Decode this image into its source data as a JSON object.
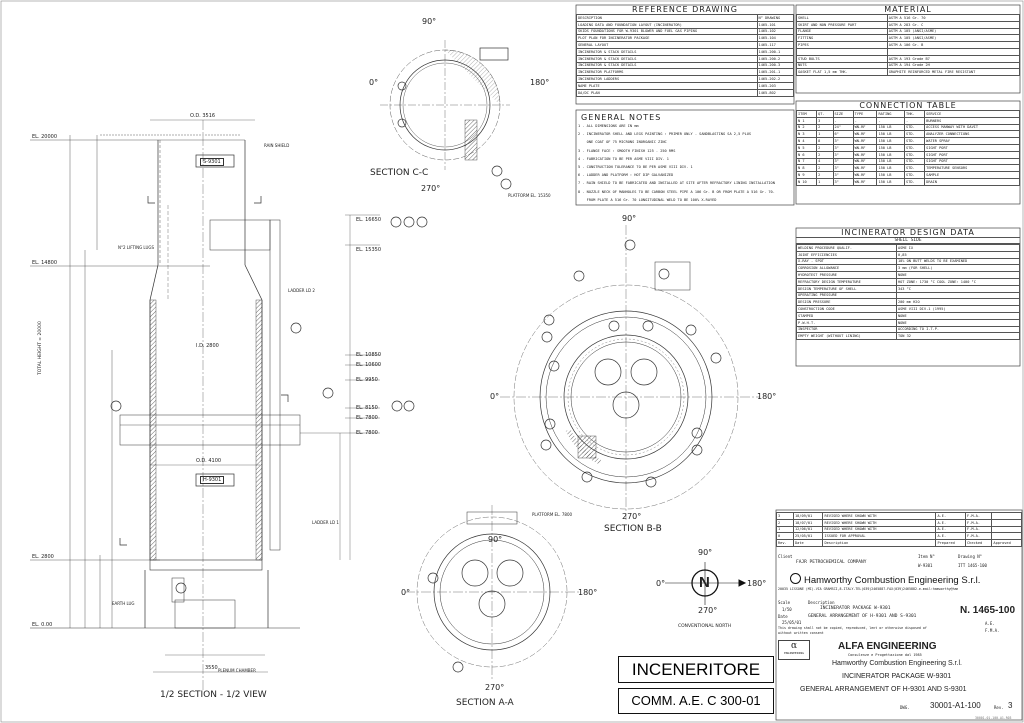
{
  "reference_drawing": {
    "title": "REFERENCE DRAWING",
    "col_desc": "DESCRIPTION",
    "col_no": "N° DRAWING",
    "rows": [
      [
        "LOADING DATA AND FOUNDATION LAYOUT (INCINERATOR)",
        "1465-101"
      ],
      [
        "SKIDS FOUNDATIONS FOR W-9301 BLOWER AND FUEL GAS PIPING",
        "1465-102"
      ],
      [
        "PLOT PLAN FOR INCINERATOR PACKAGE",
        "1465-104"
      ],
      [
        "GENERAL LAYOUT",
        "1465-117"
      ],
      [
        "INCINERATOR & STACK DETAILS",
        "1465-200-1"
      ],
      [
        "INCINERATOR & STACK DETAILS",
        "1465-200-2"
      ],
      [
        "INCINERATOR & STACK DETAILS",
        "1465-200-3"
      ],
      [
        "INCINERATOR PLATFORMS",
        "1465-201-1"
      ],
      [
        "INCINERATOR LADDERS",
        "1465-202-2"
      ],
      [
        "NAME PLATE",
        "1465-203"
      ],
      [
        "DA/DC PLAN",
        "1465-802"
      ]
    ]
  },
  "material": {
    "title": "MATERIAL",
    "rows": [
      [
        "SHELL",
        "ASTM A 516 Gr. 70"
      ],
      [
        "SKIRT AND NON PRESSURE PART",
        "ASTM A 283 Gr. C"
      ],
      [
        "FLANGE",
        "ASTM A 105 (ANSI/ASME)"
      ],
      [
        "FITTING",
        "ASTM A 105 (ANSI/ASME)"
      ],
      [
        "PIPES",
        "ASTM A 106 Gr. B"
      ],
      [
        "",
        ""
      ],
      [
        "STUD BOLTS",
        "ASTM A 193 Grade B7"
      ],
      [
        "NUTS",
        "ASTM A 194 Grade 2H"
      ],
      [
        "GASKET FLAT 1,5 mm THK.",
        "GRAPHITE REINFORCED METAL FIRE RESISTANT"
      ]
    ]
  },
  "connection_table": {
    "title": "CONNECTION TABLE",
    "headers": [
      "ITEM",
      "QT.",
      "SIZE",
      "TYPE",
      "RATING",
      "THK.",
      "SERVICE"
    ],
    "rows": [
      [
        "N 1",
        "3",
        "-",
        "-",
        "-",
        "-",
        "BURNERS"
      ],
      [
        "N 2",
        "2",
        "24\"",
        "WN-RF",
        "150 LB",
        "STD.",
        "ACCESS MANWAY WITH DAVIT"
      ],
      [
        "N 3",
        "1",
        "6\"",
        "WN-RF",
        "150 LB",
        "STD.",
        "ANALYZER CONNECTIONS"
      ],
      [
        "N 4",
        "8",
        "3\"",
        "WN-RF",
        "150 LB",
        "STD.",
        "WATER SPRAY"
      ],
      [
        "N 5",
        "2",
        "3\"",
        "WN-RF",
        "150 LB",
        "STD.",
        "SIGHT PORT"
      ],
      [
        "N 6",
        "2",
        "3\"",
        "WN-RF",
        "150 LB",
        "STD.",
        "SIGHT PORT"
      ],
      [
        "N 7",
        "4",
        "3\"",
        "WN-RF",
        "150 LB",
        "STD.",
        "SIGHT PORT"
      ],
      [
        "N 8",
        "2",
        "3\"",
        "WN-RF",
        "150 LB",
        "STD.",
        "TEMPERATURE SENSORS"
      ],
      [
        "N 9",
        "2",
        "3\"",
        "WN-RF",
        "150 LB",
        "STD.",
        "SAMPLE"
      ],
      [
        "N 10",
        "1",
        "3\"",
        "WN-RF",
        "150 LB",
        "STD.",
        "DRAIN"
      ]
    ]
  },
  "design_data": {
    "title": "INCINERATOR DESIGN DATA",
    "subtitle": "SHELL SIDE",
    "rows": [
      [
        "WELDING PROCEDURE QUALIF.",
        "ASME IX"
      ],
      [
        "JOINT EFFICIENCIES",
        "0,85"
      ],
      [
        "X-RAY - SPOT",
        "10% ON BUTT WELDS TO BE EXAMINED"
      ],
      [
        "CORROSION ALLOWANCE",
        "3 mm (FOR SHELL)"
      ],
      [
        "HYDROTEST PRESSURE",
        "NONE"
      ],
      [
        "REFRACTORY DESIGN TEMPERATURE",
        "HOT ZONE: 1730 °C     COOL ZONE: 1400 °C"
      ],
      [
        "DESIGN TEMPERATURE OF SHELL",
        "343 °C"
      ],
      [
        "OPERATING PRESSURE",
        ""
      ],
      [
        "DESIGN PRESSURE",
        "200 mm H2O"
      ],
      [
        "CONSTRUCTION CODE",
        "ASME VIII DIV.1 (1995)"
      ],
      [
        "STAMPED",
        "NONE"
      ],
      [
        "P.W.H.T.",
        "NONE"
      ],
      [
        "INSPECTOR",
        "ACCORDING TO I.T.P."
      ],
      [
        "EMPTY WEIGHT (WITHOUT LINING)",
        "TON 32"
      ]
    ]
  },
  "general_notes": {
    "title": "GENERAL NOTES",
    "items": [
      "1 - ALL DIMENSIONS ARE IN mm",
      "2 - INCINERATOR SHELL AND LEGS PAINTING : PRIMER ONLY - SANDBLASTING SA 2,5 PLUS",
      "    ONE COAT OF 75 MICRONS INORGANIC ZINC",
      "3 - FLANGE FACE : SMOOTH FINISH 125 - 250 RMS",
      "4 - FABRICATION TO BE PER ASME VIII DIV. 1",
      "5 - CONSTRUCTION TOLERANCE TO BE PER ASME VIII DIV. 1",
      "6 - LADDER AND PLATFORM : HOT DIP GALVANIZED",
      "7 - RAIN SHIELD TO BE FABRICATED AND INSTALLED AT SITE AFTER REFRACTORY LINING INSTALLATION",
      "8 - NOZZLE NECK OF MANHOLES TO BE CARBON STEEL PIPE A 106 Gr. B OR FROM PLATE A 516 Gr. 70.",
      "    FROM PLATE A 516 Gr. 70 LONGITUDINAL WELD TO BE 100% X-RAYED"
    ]
  },
  "revisions": {
    "rows": [
      [
        "3",
        "18/09/01",
        "REVISED WHERE SHOWN WITH",
        "A.E.",
        "F.M.A."
      ],
      [
        "2",
        "18/07/01",
        "REVISED WHERE SHOWN WITH",
        "A.E.",
        "F.M.A."
      ],
      [
        "1",
        "12/06/01",
        "REVISED WHERE SHOWN WITH",
        "A.E.",
        "F.M.A."
      ],
      [
        "0",
        "25/05/01",
        "ISSUED FOR APPROVAL",
        "A.E.",
        "F.M.A."
      ]
    ],
    "headers": [
      "Rev.",
      "Date",
      "Description",
      "Prepared",
      "Checked",
      "Approved"
    ]
  },
  "title_block": {
    "client_label": "Client",
    "client": "FAJR PETROCHEMICAL COMPANY",
    "item_label": "Item N°",
    "item": "W-9301",
    "drawing_label": "Drawing N°",
    "drawing": "ITT 1465-100",
    "company": "Hamworthy Combustion Engineering S.r.l.",
    "address": "20035 LISSONE (MI)-VIA GRAMSCI,8-ITALY-TEL(039)2465887-FAX(039)2465882-e-mail:hamworthy@hamworthy.it",
    "scale_label": "Scale",
    "scale": "1/50",
    "date_label": "Date",
    "date": "25/05/01",
    "description_label": "Description",
    "desc1": "INCINERATOR PACKAGE W-9301",
    "desc2": "GENERAL ARRANGEMENT OF H-9301 AND S-9301",
    "copyright": "This drawing shall not be copied, reproduced, lent or otherwise disposed of without written consent",
    "drawing_no_short": "N. 1465-100",
    "prepared": "A.E.",
    "checked": "F.M.A.",
    "alfa_name": "ALFA ENGINEERING",
    "alfa_logo": "ENGINEERING",
    "alfa_sub": "Consulenze e Progettazione dal 1985",
    "alfa_company": "Hamworthy Combustion Engineering S.r.l.",
    "alfa_package": "INCINERATOR PACKAGE W-9301",
    "alfa_desc": "GENERAL ARRANGEMENT OF H-9301 AND S-9301",
    "dwg_label": "DWG.",
    "dwg_no": "30001-A1-100",
    "rev_label": "Rev.",
    "rev": "3",
    "footer_code": "30001-01-100-A1-R03"
  },
  "stamps": {
    "inceneritore": "INCENERITORE",
    "comm": "COMM. A.E. C 300-01"
  },
  "drawing_labels": {
    "section_cc": "SECTION C-C",
    "section_bb": "SECTION B-B",
    "section_aa": "SECTION A-A",
    "half_section": "1/2 SECTION - 1/2 VIEW",
    "conventional_north": "CONVENTIONAL NORTH",
    "north": "N",
    "deg0": "0°",
    "deg90": "90°",
    "deg180": "180°",
    "deg270": "270°",
    "s9301": "S-9301",
    "h9301": "H-9301",
    "el_20000": "EL. 20000",
    "el_14800": "EL. 14800",
    "el_2800": "EL. 2800",
    "el_0": "EL. 0.00",
    "el_16650": "EL. 16650",
    "el_15350": "EL. 15350",
    "el_10850": "EL. 10850",
    "el_10600": "EL. 10600",
    "el_9950": "EL. 9950",
    "el_8150": "EL. 8150",
    "el_7800": "EL. 7800",
    "od_3516": "O.D. 3516",
    "id_2800": "I.D. 2800",
    "od_4100": "O.D. 4100",
    "dim_3550": "3550",
    "ladder_ld2": "LADDER LD 2",
    "ladder_ld1": "LADDER LD 1",
    "rain_shield": "RAIN SHIELD",
    "lifting_lugs": "N°2 LIFTING LUGS",
    "earth_lug": "EARTH LUG",
    "plenum": "PLENUM CHAMBER",
    "platform": "PLATFORM EL. 7800",
    "platform2": "PLATFORM EL. 15350",
    "total_height": "TOTAL HEIGHT = 20000"
  }
}
